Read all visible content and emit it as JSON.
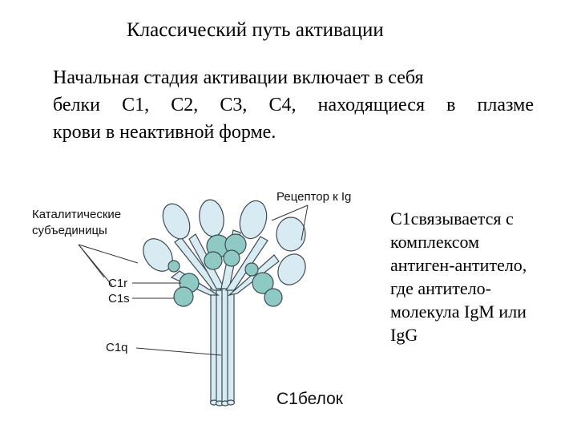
{
  "slide": {
    "title": "Классический путь активации",
    "intro_lines": [
      "Начальная стадия активации включает в себя",
      "белки   С1,  С2,  С3,  С4,  находящиеся  в  плазме",
      "крови в неактивной форме."
    ]
  },
  "diagram": {
    "labels": {
      "receptor": "Рецептор к Ig",
      "catalytic_line1": "Каталитические",
      "catalytic_line2": "субъединицы",
      "c1r": "C1r",
      "c1s": "C1s",
      "c1q": "C1q",
      "c1_protein": "С1белок"
    },
    "colors": {
      "receptor_head": "#d8ebf3",
      "subunit_teal": "#8ec9c4",
      "stem": "#d6e9f1",
      "outline": "#3d4b52"
    }
  },
  "side_note": {
    "lines": [
      "С1связывается с",
      "комплексом",
      "антиген-антитело,",
      "где антитело-",
      "молекула IgM или",
      "IgG"
    ]
  }
}
